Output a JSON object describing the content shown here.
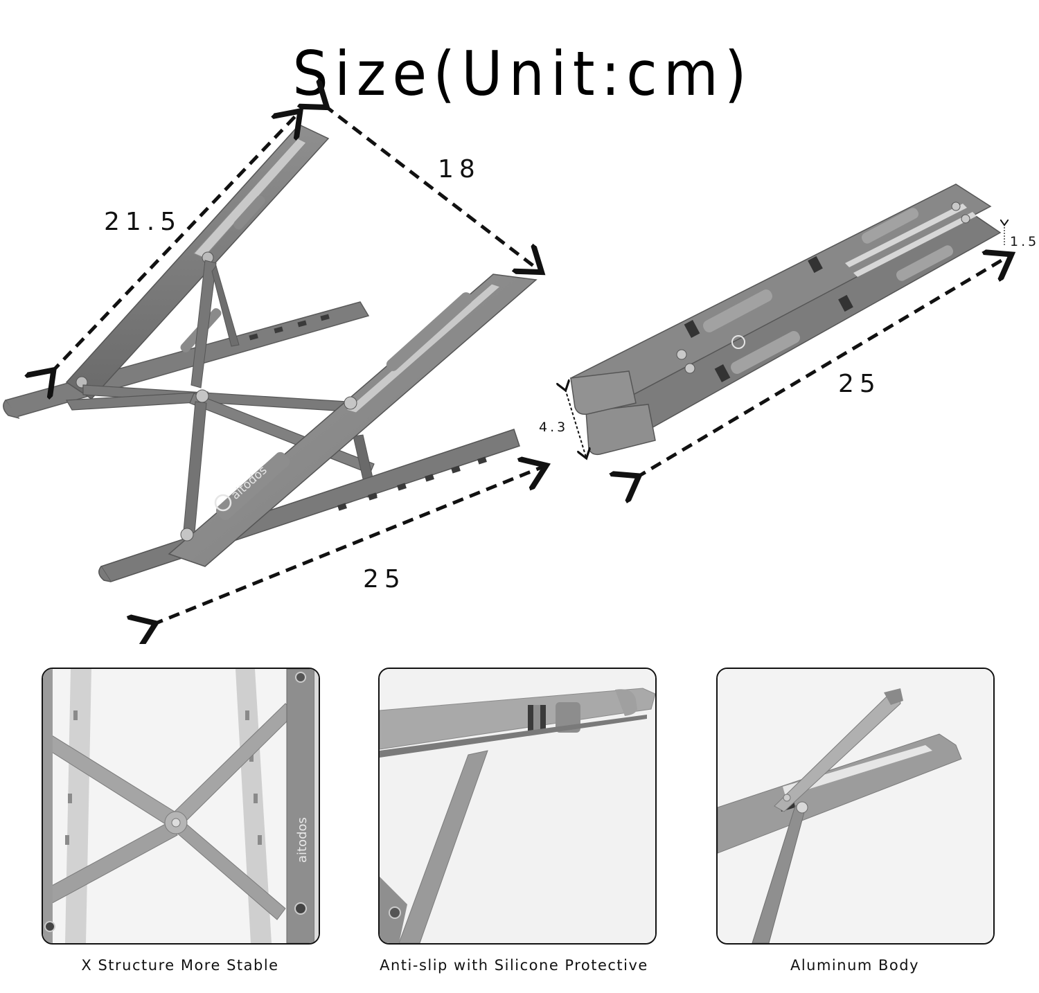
{
  "header": {
    "title": "Size(Unit:cm)"
  },
  "brand": {
    "logo_text": "aitodos"
  },
  "open_stand": {
    "dimensions": {
      "top_bar_length": "21.5",
      "depth": "18",
      "base_length": "25"
    }
  },
  "folded_stand": {
    "dimensions": {
      "thickness": "1.5",
      "width": "4.3",
      "length": "25"
    }
  },
  "feature_panels": [
    {
      "caption": "X Structure More Stable",
      "icon": "x-structure-photo"
    },
    {
      "caption": "Anti-slip with Silicone Protective",
      "icon": "silicone-pad-photo"
    },
    {
      "caption": "Aluminum Body",
      "icon": "aluminum-hinge-photo"
    }
  ],
  "colors": {
    "metal_dark": "#6e6e6e",
    "metal_mid": "#8a8a8a",
    "metal_light": "#a9a9a9",
    "pad": "#9c9c9c",
    "arrow": "#111111",
    "panel_border": "#111111"
  }
}
